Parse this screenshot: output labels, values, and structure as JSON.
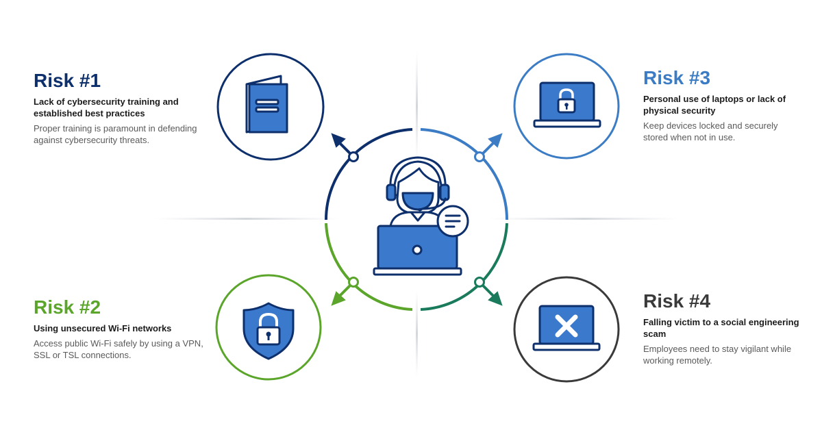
{
  "colors": {
    "navy": "#0d2f6b",
    "blue": "#3c7cc4",
    "green": "#5aa52a",
    "teal": "#1a7a5c",
    "dark": "#3a3a3a",
    "iconFill": "#3b79cc",
    "iconStroke": "#0d2f6b"
  },
  "risks": [
    {
      "title": "Risk #1",
      "subtitle": "Lack of cybersecurity training and established best practices",
      "description": "Proper training is paramount in defending against cybersecurity threats.",
      "icon": "book-icon"
    },
    {
      "title": "Risk #2",
      "subtitle": "Using unsecured Wi-Fi networks",
      "description": "Access public Wi-Fi safely by using a VPN, SSL or TSL connections.",
      "icon": "shield-lock-icon"
    },
    {
      "title": "Risk #3",
      "subtitle": "Personal use of laptops or lack of physical security",
      "description": "Keep devices locked and securely stored when not in use.",
      "icon": "laptop-lock-icon"
    },
    {
      "title": "Risk #4",
      "subtitle": "Falling victim to a social engineering scam",
      "description": "Employees need to stay vigilant while working remotely.",
      "icon": "laptop-x-icon"
    }
  ],
  "center": {
    "icon": "remote-worker-icon"
  }
}
